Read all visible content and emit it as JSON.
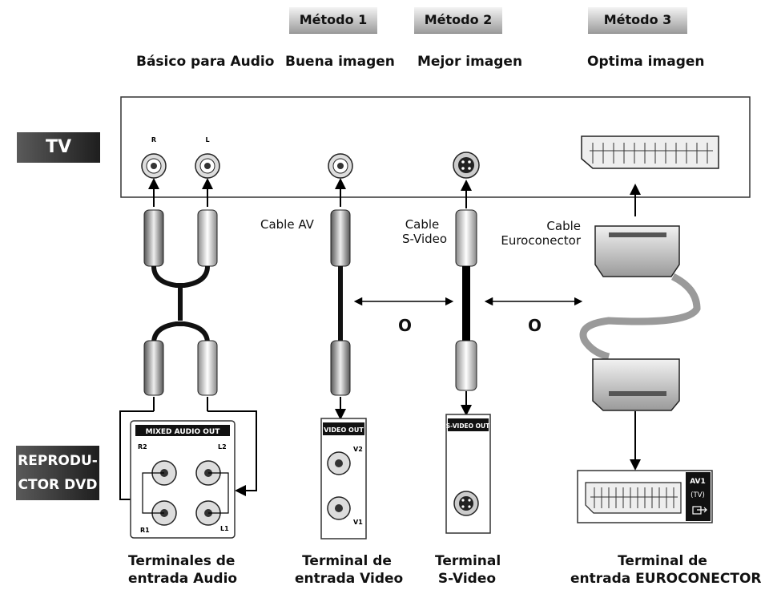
{
  "methods": [
    "Método 1",
    "Método 2",
    "Método 3"
  ],
  "quality": [
    "Básico para Audio",
    "Buena imagen",
    "Mejor imagen",
    "Optima imagen"
  ],
  "tv_label": "TV",
  "dvd_label_line1": "REPRODU-",
  "dvd_label_line2": "CTOR DVD",
  "tv_jacks": [
    "R",
    "L"
  ],
  "cables": {
    "av": "Cable AV",
    "svideo_line1": "Cable",
    "svideo_line2": "S-Video",
    "euro_line1": "Cable",
    "euro_line2": "Euroconector"
  },
  "or_label": "O",
  "panels": {
    "mixed_audio_out": "MIXED AUDIO OUT",
    "r2": "R2",
    "l2": "L2",
    "r1": "R1",
    "l1": "L1",
    "video_out": "VIDEO OUT",
    "v2": "V2",
    "v1": "V1",
    "svideo_out": "S-VIDEO OUT",
    "av1": "AV1",
    "tv_paren": "(TV)"
  },
  "bottom": {
    "audio_1": "Terminales de",
    "audio_2": "entrada Audio",
    "video_1": "Terminal de",
    "video_2": "entrada Video",
    "sv_1": "Terminal",
    "sv_2": "S-Video",
    "euro_1": "Terminal de",
    "euro_2": "entrada EUROCONECTOR"
  }
}
